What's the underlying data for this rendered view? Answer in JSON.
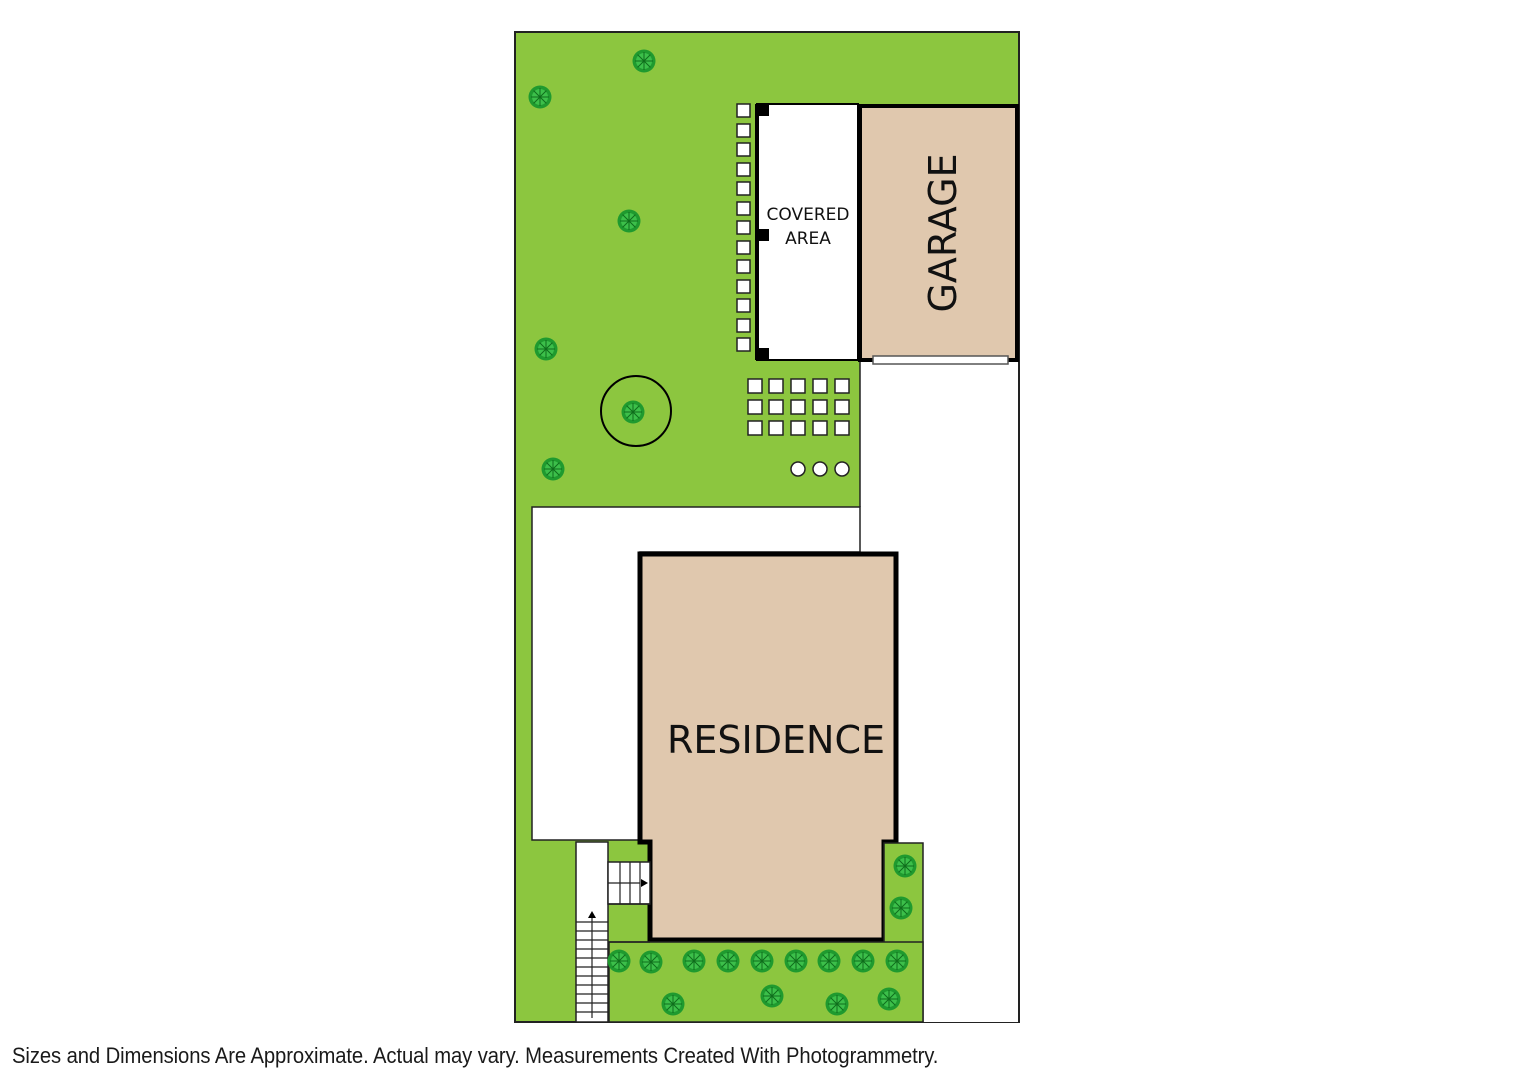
{
  "labels": {
    "covered_line1": "COVERED",
    "covered_line2": "AREA",
    "garage": "GARAGE",
    "residence": "RESIDENCE"
  },
  "disclaimer": "Sizes and Dimensions Are Approximate. Actual may vary. Measurements Created With Photogrammetry.",
  "colors": {
    "lawn": "#8cc63f",
    "building": "#e0c8ae",
    "tree": "#1f9a2f",
    "outline": "#000000"
  },
  "icons": {
    "tree": "tree-icon",
    "stair_arrow": "arrow-up-icon"
  }
}
